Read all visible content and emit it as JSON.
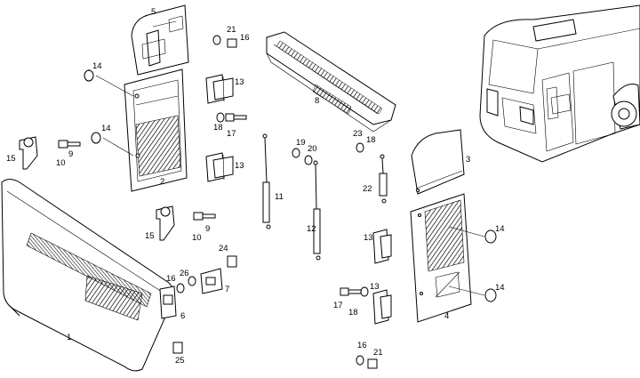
{
  "labels": {
    "p1": "1",
    "p2": "2",
    "p3": "3",
    "p4": "4",
    "p5": "5",
    "p6": "6",
    "p7": "7",
    "p8": "8",
    "p9a": "9",
    "p9b": "9",
    "p10a": "10",
    "p10b": "10",
    "p11": "11",
    "p12": "12",
    "p13a": "13",
    "p13b": "13",
    "p13c": "13",
    "p13d": "13",
    "p14a": "14",
    "p14b": "14",
    "p14c": "14",
    "p14d": "14",
    "p15a": "15",
    "p15b": "15",
    "p16a": "16",
    "p16b": "16",
    "p16c": "16",
    "p17a": "17",
    "p17b": "17",
    "p18a": "18",
    "p18b": "18",
    "p18c": "18",
    "p19": "19",
    "p20": "20",
    "p21a": "21",
    "p21b": "21",
    "p22": "22",
    "p23": "23",
    "p24": "24",
    "p25": "25",
    "p26": "26"
  }
}
